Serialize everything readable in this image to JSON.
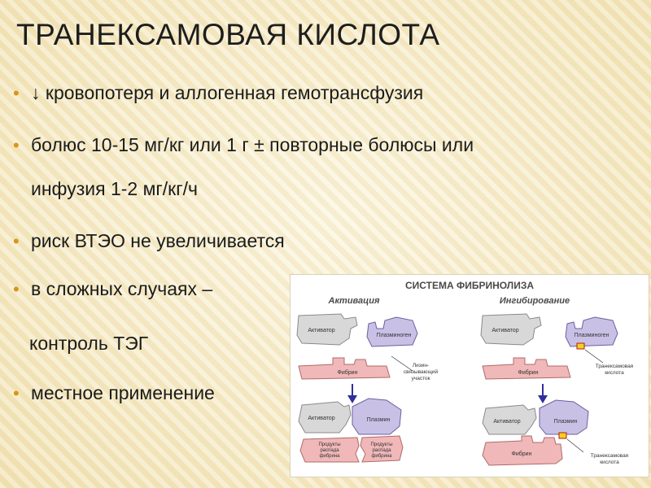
{
  "slide": {
    "title": "ТРАНЕКСАМОВАЯ КИСЛОТА",
    "bullets": [
      "↓ кровопотеря и аллогенная гемотрансфузия",
      "болюс 10-15 мг/кг или 1 г ± повторные болюсы или",
      "инфузия 1-2 мг/кг/ч",
      "риск ВТЭО не увеличивается",
      "в сложных случаях –",
      "контроль ТЭГ",
      "местное применение"
    ],
    "bullet_color": "#d9951a"
  },
  "figure": {
    "title": "СИСТЕМА ФИБРИНОЛИЗА",
    "activation": {
      "heading": "Активация",
      "activator": "Активатор",
      "plasminogen": "Плазминоген",
      "fibrin": "Фибрин",
      "lysine_site_1": "Лизин-",
      "lysine_site_2": "связывающий",
      "lysine_site_3": "участок",
      "activator2": "Активатор",
      "plasmin": "Плазмин",
      "products_a1": "Продукты",
      "products_a2": "распада",
      "products_a3": "фибрина",
      "products_b1": "Продукты",
      "products_b2": "распада",
      "products_b3": "фибрина"
    },
    "inhibition": {
      "heading": "Ингибирование",
      "activator": "Активатор",
      "plasminogen": "Плазминоген",
      "fibrin": "Фибрин",
      "txa_1": "Транексамовая",
      "txa_2": "кислота",
      "activator2": "Активатор",
      "plasmin": "Плазмин",
      "fibrin2": "Фибрин",
      "txa2_1": "Транексамовая",
      "txa2_2": "кислота"
    },
    "colors": {
      "activator": "#d8d8d8",
      "plasminogen": "#c9c0e6",
      "fibrin": "#f0b8b8",
      "txa": "#f2d21c",
      "arrow": "#2f2fa0",
      "heading": "#4a4a4a"
    }
  }
}
